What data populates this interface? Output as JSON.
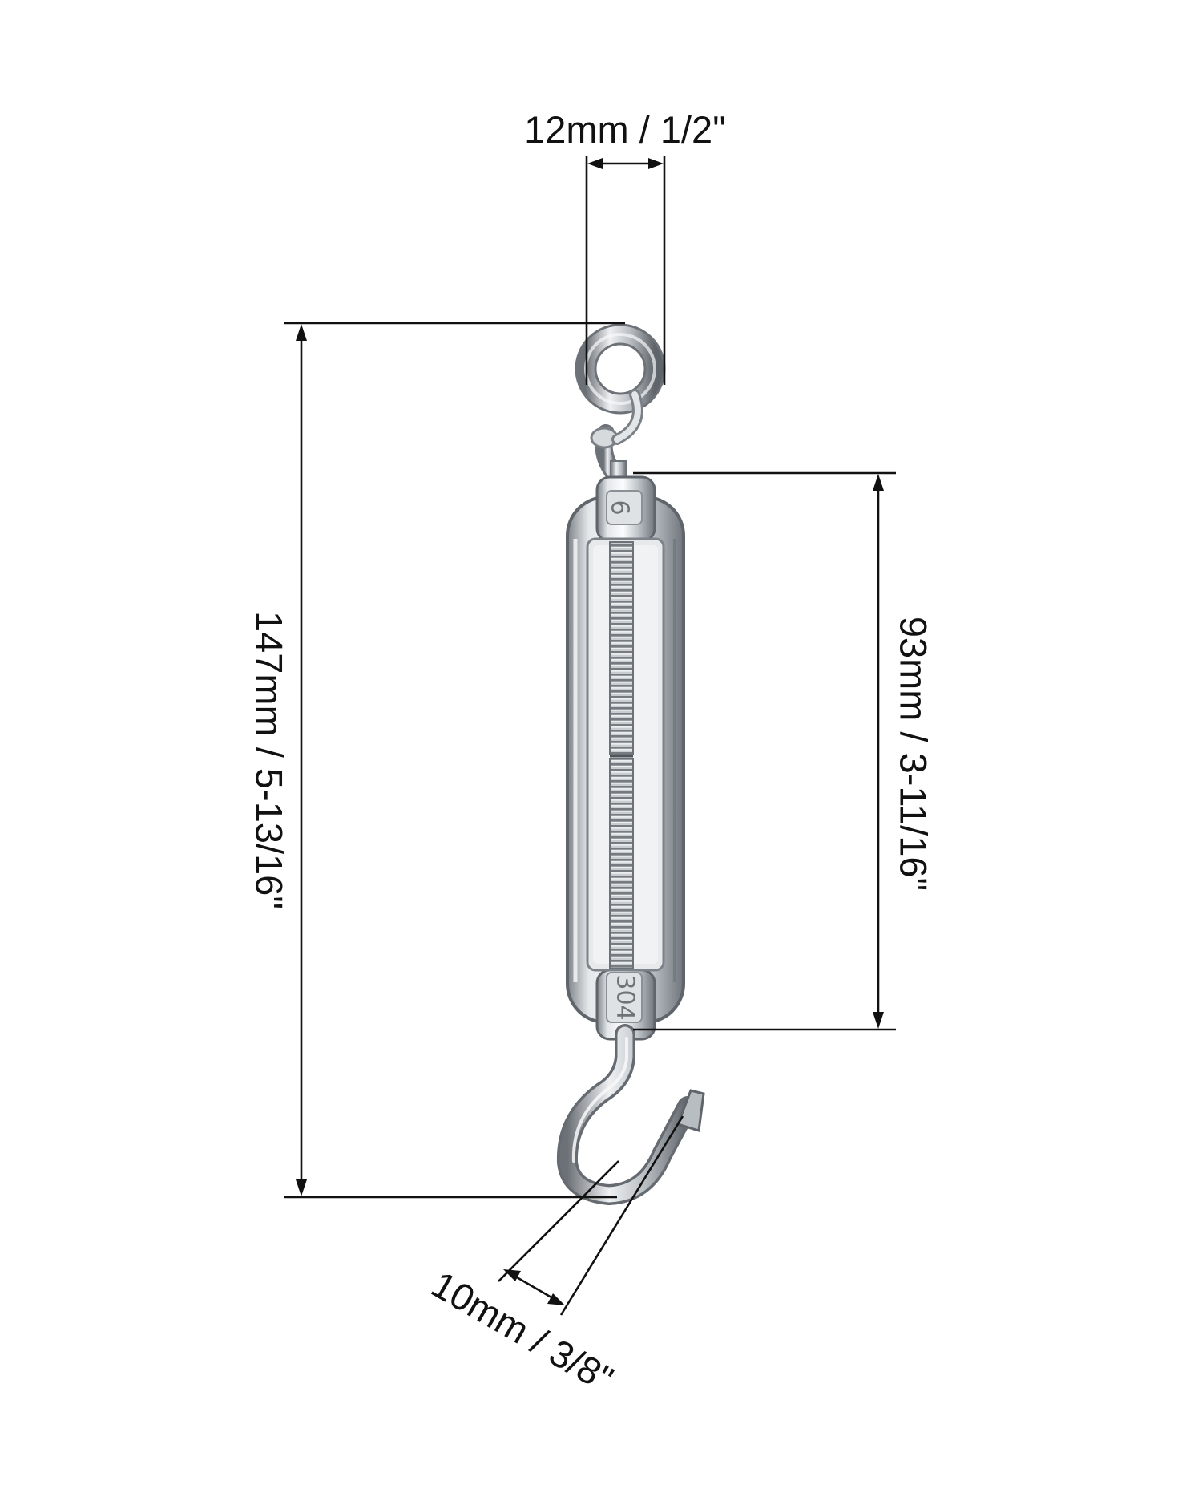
{
  "product": {
    "stamp_top": "6",
    "stamp_bottom": "304"
  },
  "dimensions": {
    "eye_width": "12mm / 1/2\"",
    "overall_length": "147mm / 5-13/16\"",
    "body_length": "93mm / 3-11/16\"",
    "hook_opening": "10mm / 3/8\""
  },
  "colors": {
    "background": "#ffffff",
    "line": "#111111",
    "metal": "#c9ced3"
  }
}
